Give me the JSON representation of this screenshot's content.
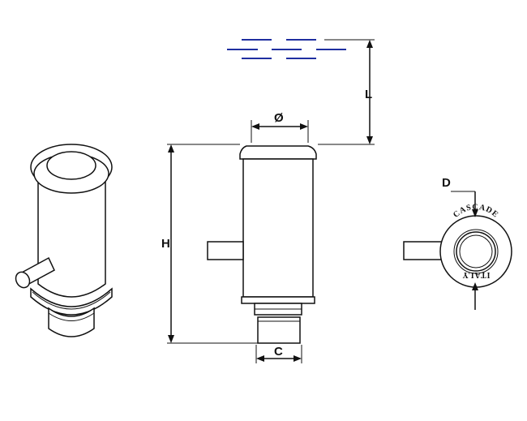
{
  "dimensions": {
    "diameter": "Ø",
    "length": "L",
    "height": "H",
    "connection": "C",
    "depth": "D"
  },
  "brand_marking": {
    "top_text": "CASCADE",
    "bottom_text": "ITALY"
  },
  "colors": {
    "outline": "#111111",
    "water_lines": "#1f2fa0",
    "background": "#ffffff"
  }
}
